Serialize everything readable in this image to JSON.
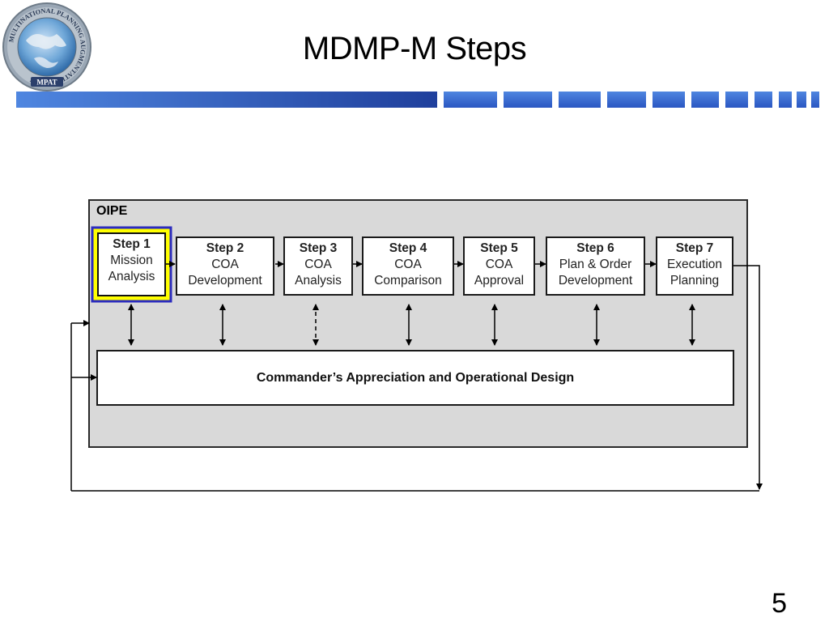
{
  "slide": {
    "title": "MDMP-M Steps",
    "page_number": "5"
  },
  "logo": {
    "ring_text": "MULTINATIONAL PLANNING AUGMENTATION TEAM",
    "badge_text": "MPAT"
  },
  "colors": {
    "banner_dark": "#1f3f9c",
    "banner_light": "#4f86e0",
    "oipe_fill": "#d9d9d9",
    "highlight_yellow": "#ffff00",
    "highlight_border": "#2b2bbf"
  },
  "diagram": {
    "container_label": "OIPE",
    "steps": [
      {
        "num": "Step 1",
        "lines": [
          "Mission",
          "Analysis"
        ],
        "highlighted": true
      },
      {
        "num": "Step 2",
        "lines": [
          "COA",
          "Development"
        ]
      },
      {
        "num": "Step 3",
        "lines": [
          "COA",
          "Analysis"
        ]
      },
      {
        "num": "Step 4",
        "lines": [
          "COA",
          "Comparison"
        ]
      },
      {
        "num": "Step 5",
        "lines": [
          "COA",
          "Approval"
        ]
      },
      {
        "num": "Step 6",
        "lines": [
          "Plan & Order",
          "Development"
        ]
      },
      {
        "num": "Step 7",
        "lines": [
          "Execution",
          "Planning"
        ]
      }
    ],
    "bottom_box": "Commander’s Appreciation and Operational Design"
  }
}
